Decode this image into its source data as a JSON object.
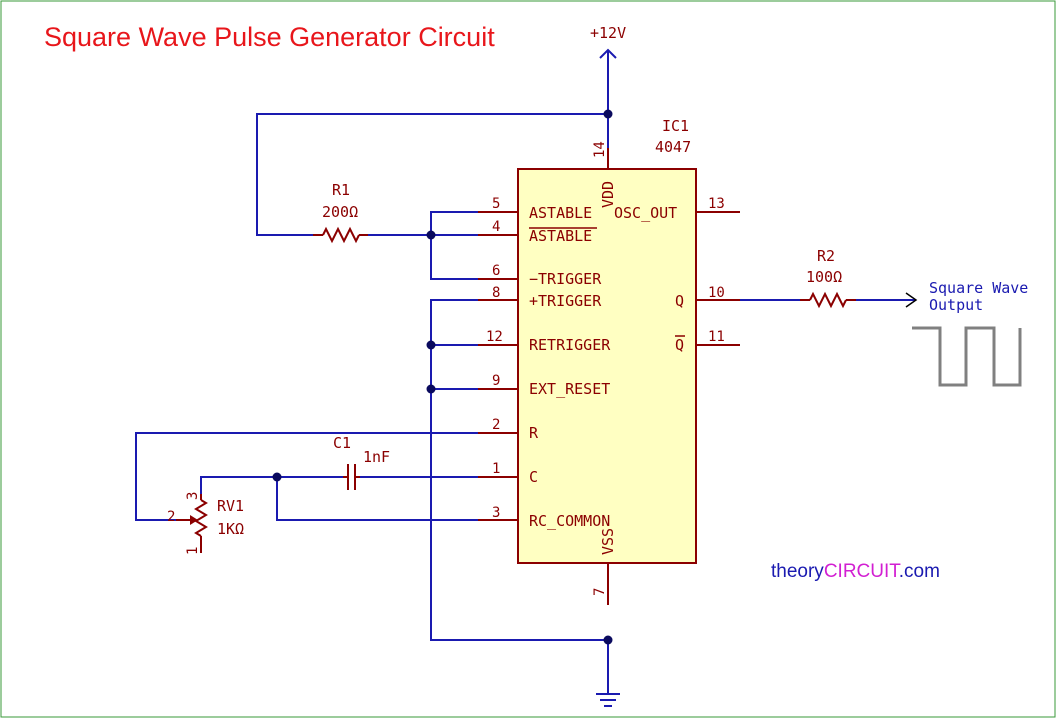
{
  "title": "Square Wave Pulse Generator Circuit",
  "power_label": "+12V",
  "ic": {
    "ref": "IC1",
    "value": "4047",
    "pins": {
      "vdd": {
        "num": "14",
        "name": "VDD"
      },
      "astable": {
        "num": "5",
        "name": "ASTABLE"
      },
      "astable_n": {
        "num": "4",
        "name": "ASTABLE"
      },
      "trigger_n": {
        "num": "6",
        "name": "−TRIGGER"
      },
      "trigger_p": {
        "num": "8",
        "name": "+TRIGGER"
      },
      "retrigger": {
        "num": "12",
        "name": "RETRIGGER"
      },
      "ext_reset": {
        "num": "9",
        "name": "EXT_RESET"
      },
      "r": {
        "num": "2",
        "name": "R"
      },
      "c": {
        "num": "1",
        "name": "C"
      },
      "rc_common": {
        "num": "3",
        "name": "RC_COMMON"
      },
      "vss": {
        "num": "7",
        "name": "VSS"
      },
      "osc_out": {
        "num": "13",
        "name": "OSC_OUT"
      },
      "q": {
        "num": "10",
        "name": "Q"
      },
      "q_n": {
        "num": "11",
        "name": "Q"
      }
    }
  },
  "r1": {
    "ref": "R1",
    "value": "200Ω"
  },
  "r2": {
    "ref": "R2",
    "value": "100Ω"
  },
  "c1": {
    "ref": "C1",
    "value": "1nF"
  },
  "rv1": {
    "ref": "RV1",
    "value": "1KΩ",
    "pin1": "1",
    "pin2": "2",
    "pin3": "3"
  },
  "output_label": {
    "line1": "Square Wave",
    "line2": "Output"
  },
  "brand": {
    "part1": "theory",
    "part2": "CIRCUIT",
    "part3": ".com"
  },
  "colors": {
    "title": "#e8161b",
    "wire": "#1a1ab0",
    "component": "#8b0000",
    "ic_fill": "#ffffc2",
    "waveform": "#808080",
    "brand_blue": "#1a1ab0",
    "brand_magenta": "#d21fd2",
    "border": "#3a9a3a"
  }
}
